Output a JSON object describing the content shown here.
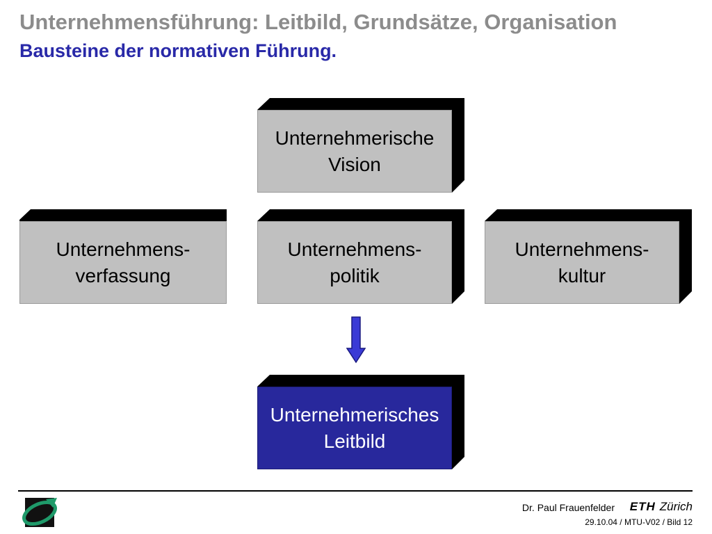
{
  "header": {
    "title": "Unternehmensführung: Leitbild, Grundsätze, Organisation",
    "subtitle": "Bausteine der normativen Führung."
  },
  "diagram": {
    "vision": {
      "line1": "Unternehmerische",
      "line2": "Vision"
    },
    "verfassung": {
      "line1": "Unternehmens-",
      "line2": "verfassung"
    },
    "politik": {
      "line1": "Unternehmens-",
      "line2": "politik"
    },
    "kultur": {
      "line1": "Unternehmens-",
      "line2": "kultur"
    },
    "leitbild": {
      "line1": "Unternehmerisches",
      "line2": "Leitbild"
    }
  },
  "footer": {
    "author": "Dr. Paul Frauenfelder",
    "eth_mark": "ETH",
    "eth_city": "Zürich",
    "slide_info": "29.10.04 / MTU-V02 / Bild 12"
  },
  "colors": {
    "title_gray": "#8c8c8c",
    "subtitle_blue": "#2929a8",
    "box_gray": "#c0c0c0",
    "box_blue": "#28289c",
    "arrow_blue": "#3a3ad6",
    "logo_green": "#1f9a6a"
  }
}
